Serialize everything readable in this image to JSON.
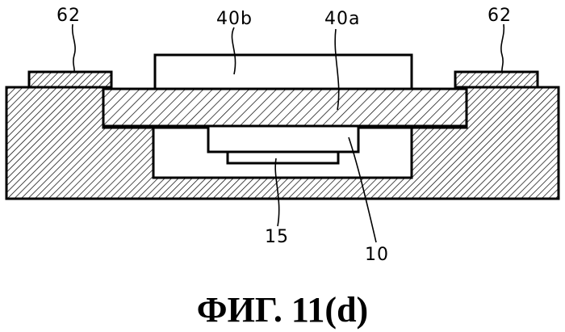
{
  "labels": {
    "pad_left": "62",
    "pad_right": "62",
    "element_40b": "40b",
    "element_40a": "40a",
    "element_15": "15",
    "element_10": "10"
  },
  "caption": "ФИГ. 11(d)"
}
